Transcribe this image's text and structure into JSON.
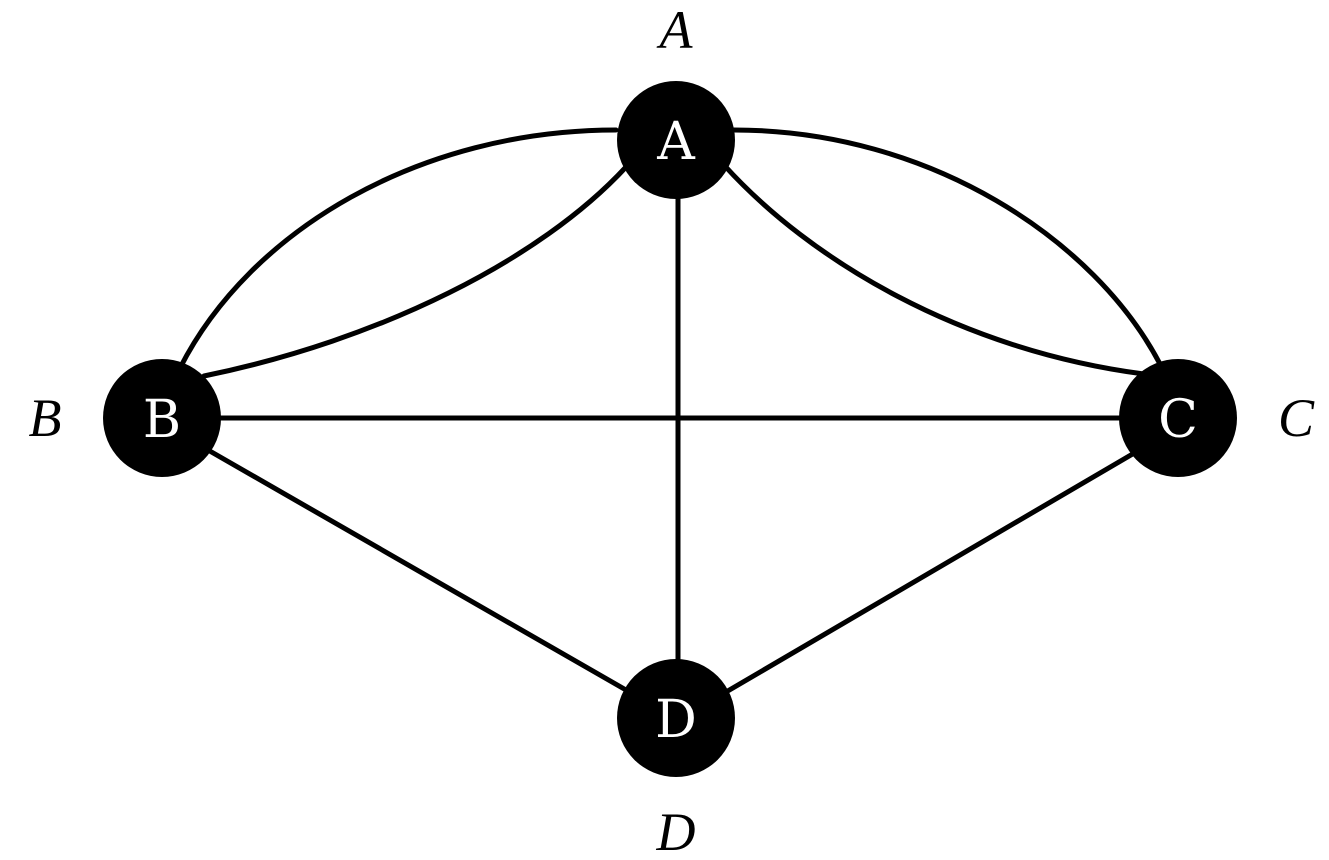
{
  "graph": {
    "nodes": [
      {
        "id": "A",
        "label": "A",
        "outer_label": "A"
      },
      {
        "id": "B",
        "label": "B",
        "outer_label": "B"
      },
      {
        "id": "C",
        "label": "C",
        "outer_label": "C"
      },
      {
        "id": "D",
        "label": "D",
        "outer_label": "D"
      }
    ],
    "edges": [
      {
        "from": "A",
        "to": "B",
        "count": 2
      },
      {
        "from": "A",
        "to": "C",
        "count": 2
      },
      {
        "from": "A",
        "to": "D",
        "count": 1
      },
      {
        "from": "B",
        "to": "C",
        "count": 1
      },
      {
        "from": "B",
        "to": "D",
        "count": 1
      },
      {
        "from": "C",
        "to": "D",
        "count": 1
      }
    ]
  },
  "colors": {
    "node_fill": "#000000",
    "node_text": "#ffffff",
    "edge": "#000000",
    "background": "#ffffff"
  }
}
